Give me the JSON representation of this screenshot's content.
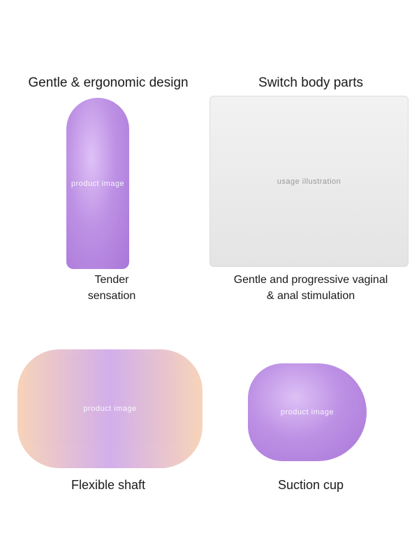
{
  "panels": {
    "top_left": {
      "heading": "Gentle & ergonomic design",
      "caption_line1": "Tender",
      "caption_line2": "sensation",
      "image_placeholder": "product image"
    },
    "top_right": {
      "heading": "Switch body parts",
      "caption_line1": "Gentle and progressive vaginal",
      "caption_line2": "& anal stimulation",
      "image_placeholder": "usage illustration"
    },
    "bottom_left": {
      "caption": "Flexible shaft",
      "image_placeholder": "product image"
    },
    "bottom_right": {
      "caption": "Suction cup",
      "image_placeholder": "product image"
    }
  },
  "colors": {
    "product_purple": "#a86fdc",
    "text": "#1a1a1a",
    "background": "#ffffff"
  }
}
